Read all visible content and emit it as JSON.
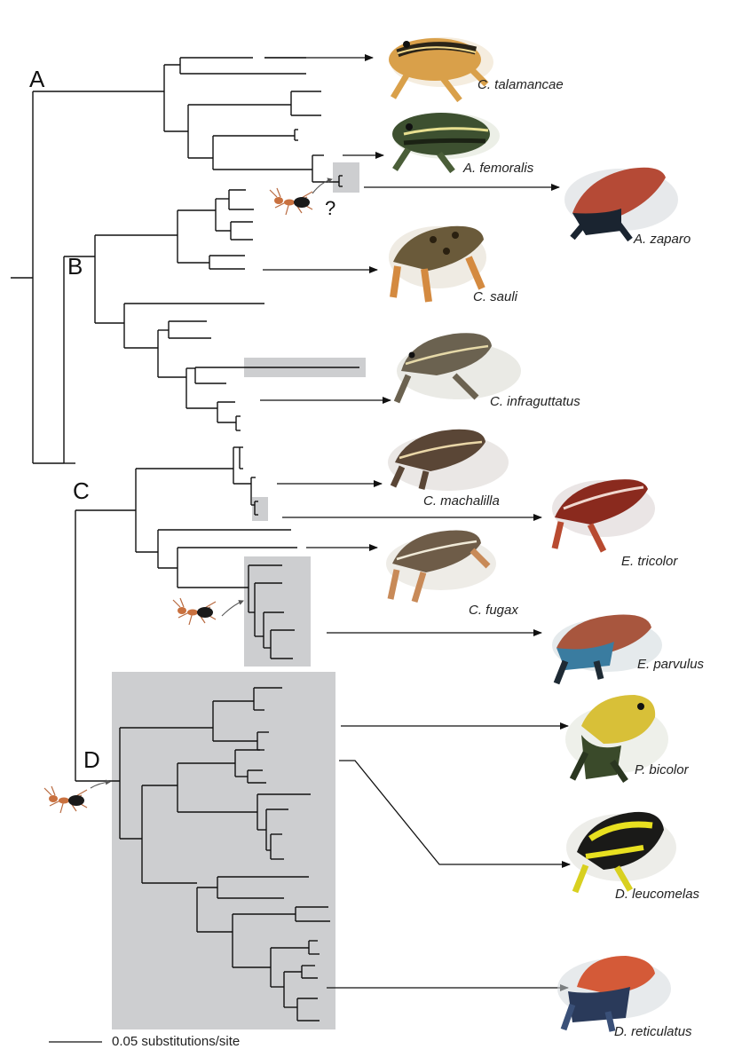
{
  "clade_labels": {
    "a": "A",
    "b": "B",
    "c": "C",
    "d": "D"
  },
  "question_mark": "?",
  "species": {
    "talamancae": "C. talamancae",
    "femoralis": "A. femoralis",
    "zaparo": "A. zaparo",
    "sauli": "C. sauli",
    "infraguttatus": "C. infraguttatus",
    "machalilla": "C. machalilla",
    "tricolor": "E. tricolor",
    "fugax": "C. fugax",
    "parvulus": "E. parvulus",
    "bicolor": "P. bicolor",
    "leucomelas": "D. leucomelas",
    "reticulatus": "D. reticulatus"
  },
  "scale_bar": {
    "label": "0.05 substitutions/site"
  },
  "colors": {
    "branch": "#111111",
    "highlight_box": "#cdced0",
    "arrow": "#111111"
  },
  "icons": [
    "frog-photo",
    "ant-icon"
  ]
}
